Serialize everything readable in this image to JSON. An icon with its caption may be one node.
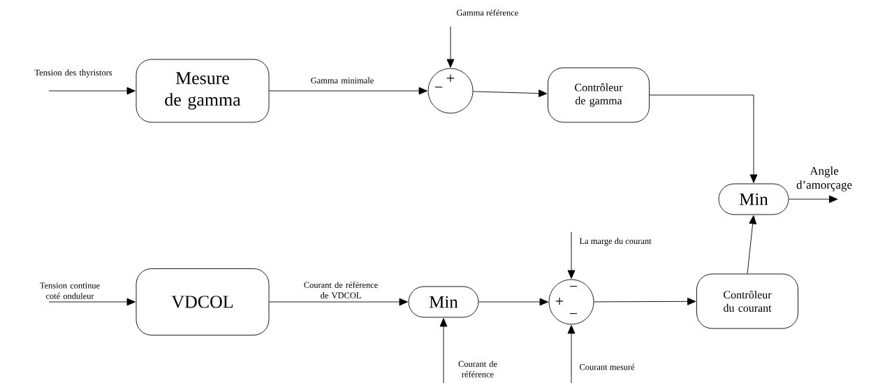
{
  "diagram": {
    "nodes": [
      {
        "text": [
          "Mesure de gamma"
        ]
      },
      {
        "text": [
          "+",
          "−"
        ]
      },
      {
        "text": [
          "Contrôleur de gamma"
        ]
      },
      {
        "text": [
          "Min"
        ]
      },
      {
        "text": [
          "VDCOL"
        ]
      },
      {
        "text": [
          "Min"
        ]
      },
      {
        "text": [
          "+",
          "−",
          "−"
        ]
      },
      {
        "text": [
          "Contrôleur du courant"
        ]
      }
    ],
    "edges": [
      {
        "from": null,
        "to": 0,
        "arrow": "to",
        "label": "Tension des thyristors"
      },
      {
        "from": 0,
        "to": 1,
        "arrow": "to",
        "label": "Gamma minimale"
      },
      {
        "from": null,
        "to": 1,
        "arrow": "to",
        "label": "Gamma référence"
      },
      {
        "from": 1,
        "to": 2,
        "arrow": "to"
      },
      {
        "from": 2,
        "to": 3,
        "arrow": "to"
      },
      {
        "from": 3,
        "to": null,
        "arrow": "to",
        "label": "Angle d’amorçage"
      },
      {
        "from": null,
        "to": 4,
        "arrow": "to",
        "label": "Tension continue coté onduleur"
      },
      {
        "from": 4,
        "to": 5,
        "arrow": "to",
        "label": "Courant de référence de VDCOL"
      },
      {
        "from": null,
        "to": 5,
        "arrow": "to",
        "label": "Courant de référence"
      },
      {
        "from": 5,
        "to": 6,
        "arrow": "to"
      },
      {
        "from": null,
        "to": 6,
        "arrow": "to",
        "label": "La marge du courant"
      },
      {
        "from": null,
        "to": 6,
        "arrow": "to",
        "label": "Courant mesuré"
      },
      {
        "from": 6,
        "to": 7,
        "arrow": "to"
      },
      {
        "from": 7,
        "to": 3,
        "arrow": "to"
      }
    ]
  }
}
